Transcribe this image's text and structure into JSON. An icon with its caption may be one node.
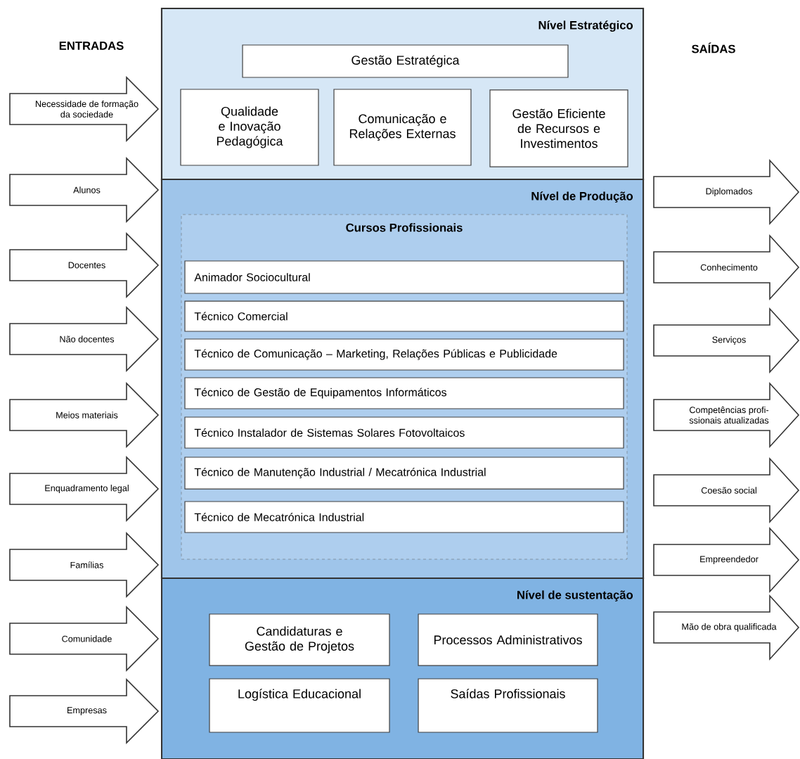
{
  "diagram": {
    "nodes": [
      {
        "text": [
          "Nível Estratégico"
        ]
      },
      {
        "text": [
          "Gestão Estratégica"
        ],
        "in": 0
      },
      {
        "text": [
          "Qualidade e Inovação Pedagógica"
        ],
        "in": 0
      },
      {
        "text": [
          "Comunicação e Relações Externas"
        ],
        "in": 0
      },
      {
        "text": [
          "Gestão Eficiente de Recursos e Investimentos"
        ],
        "in": 0
      },
      {
        "text": [
          "Nível de Produção"
        ]
      },
      {
        "text": [
          "Cursos Profissionais"
        ],
        "in": 5
      },
      {
        "text": [
          "Animador Sociocultural"
        ],
        "in": 6
      },
      {
        "text": [
          "Técnico Comercial"
        ],
        "in": 6
      },
      {
        "text": [
          "Técnico de Comunicação – Marketing, Relações Públicas e Publicidade"
        ],
        "in": 6
      },
      {
        "text": [
          "Técnico de Gestão de Equipamentos Informáticos"
        ],
        "in": 6
      },
      {
        "text": [
          "Técnico Instalador de Sistemas Solares Fotovoltaicos"
        ],
        "in": 6
      },
      {
        "text": [
          "Técnico de Manutenção Industrial / Mecatrónica Industrial"
        ],
        "in": 6
      },
      {
        "text": [
          "Técnico de Mecatrónica Industrial"
        ],
        "in": 6
      },
      {
        "text": [
          "Nível de sustentação"
        ]
      },
      {
        "text": [
          "Candidaturas e Gestão de Projetos"
        ],
        "in": 14
      },
      {
        "text": [
          "Processos Administrativos"
        ],
        "in": 14
      },
      {
        "text": [
          "Logística Educacional"
        ],
        "in": 14
      },
      {
        "text": [
          "Saídas Profissionais"
        ],
        "in": 14
      },
      {
        "text": [
          "Necessidade de formação da sociedade"
        ]
      },
      {
        "text": [
          "Alunos"
        ]
      },
      {
        "text": [
          "Docentes"
        ]
      },
      {
        "text": [
          "Não docentes"
        ]
      },
      {
        "text": [
          "Meios materiais"
        ]
      },
      {
        "text": [
          "Enquadramento legal"
        ]
      },
      {
        "text": [
          "Famílias"
        ]
      },
      {
        "text": [
          "Comunidade"
        ]
      },
      {
        "text": [
          "Empresas"
        ]
      },
      {
        "text": [
          "Diplomados"
        ]
      },
      {
        "text": [
          "Conhecimento"
        ]
      },
      {
        "text": [
          "Serviços"
        ]
      },
      {
        "text": [
          "Competências profi- ssionais atualizadas"
        ]
      },
      {
        "text": [
          "Coesão social"
        ]
      },
      {
        "text": [
          "Empreendedor"
        ]
      },
      {
        "text": [
          "Mão de obra qualificada"
        ]
      }
    ],
    "labels": [
      "ENTRADAS",
      "SAÍDAS"
    ]
  }
}
